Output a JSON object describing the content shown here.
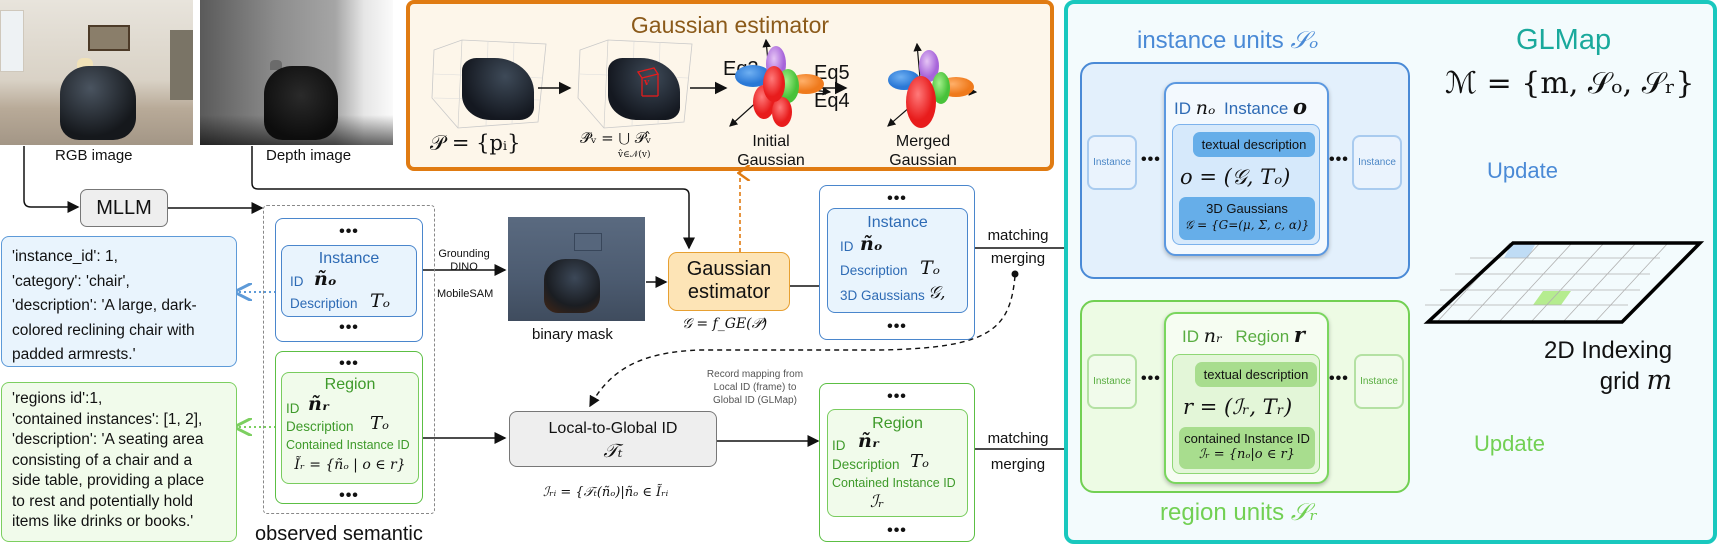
{
  "inputs": {
    "rgb_caption": "RGB image",
    "depth_caption": "Depth image"
  },
  "mllm": {
    "label": "MLLM"
  },
  "gaussian_estimator_panel": {
    "title": "Gaussian estimator",
    "point_cloud_formula": "𝒫 = {pᵢ}",
    "voxel_formula": "𝒫̂ᵥ = ⋃ 𝒫ᵥ̂",
    "voxel_formula_sub": "v̂∈𝒩(v)",
    "eq3": "Eq3",
    "eq5": "Eq5",
    "eq4": "Eq4",
    "initial_gaussian": [
      "Initial",
      "Gaussian"
    ],
    "merged_gaussian": [
      "Merged",
      "Gaussian"
    ],
    "voxel_label": "v"
  },
  "instance_json": {
    "lines": [
      "'instance_id': 1,",
      "'category': 'chair',",
      "'description': 'A large, dark-",
      "colored reclining chair with",
      "padded armrests.'"
    ]
  },
  "region_json": {
    "lines": [
      "'regions id':1,",
      "'contained instances': [1, 2],",
      "'description': 'A seating area",
      "consisting of a chair and a",
      "side table, providing a place",
      "to rest and potentially hold",
      "items like drinks or books.'"
    ]
  },
  "observed_semantic": {
    "caption": "observed semantic",
    "dots": "•••",
    "instance": {
      "title": "Instance",
      "id_label": "ID",
      "id_symbol": "ñₒ",
      "desc_label": "Description",
      "desc_symbol": "Tₒ"
    },
    "region": {
      "title": "Region",
      "id_label": "ID",
      "id_symbol": "ñᵣ",
      "desc_label": "Description",
      "desc_symbol": "Tₒ",
      "contained_label": "Contained Instance ID",
      "contained_formula": "Ĩᵣ = {ñₒ | o ∈ r}"
    }
  },
  "segmentation": {
    "grounding": [
      "Grounding",
      "DINO"
    ],
    "mobilesam": "MobileSAM",
    "mask_caption": "binary mask"
  },
  "gaussian_estimator": {
    "label": [
      "Gaussian",
      "estimator"
    ],
    "formula": "𝒢 = f_GE(𝒫)"
  },
  "global_instance": {
    "dots": "•••",
    "title": "Instance",
    "id_label": "ID",
    "id_symbol": "ñₒ",
    "desc_label": "Description",
    "desc_symbol": "Tₒ",
    "gauss_label": "3D Gaussians",
    "gauss_symbol": "𝒢,"
  },
  "global_region": {
    "dots": "•••",
    "title": "Region",
    "id_label": "ID",
    "id_symbol": "ñᵣ",
    "desc_label": "Description",
    "desc_symbol": "Tₒ",
    "contained_label": "Contained Instance ID",
    "contained_symbol": "ℐᵣ"
  },
  "matching": {
    "top": [
      "matching",
      "merging"
    ],
    "bottom": [
      "matching",
      "merging"
    ]
  },
  "local_to_global": {
    "title": "Local-to-Global ID",
    "symbol": "𝒯ₜ",
    "formula": "ℐᵣᵢ = {𝒯ₜ(ñₒ)|ñₒ ∈ Ĩᵣᵢ",
    "note": [
      "Record mapping from",
      "Local ID (frame) to",
      "Global ID (GLMap)"
    ]
  },
  "glmap": {
    "title": "GLMap",
    "formula": "ℳ = {m, 𝒮ₒ, 𝒮ᵣ}",
    "update_top": "Update",
    "update_bottom": "Update",
    "grid_caption": [
      "2D Indexing",
      "grid"
    ],
    "grid_symbol": "m",
    "colors": {
      "border": "#19c8be",
      "title": "#1aa99c",
      "blue": "#4a8ad6",
      "green": "#72d053"
    }
  },
  "instance_units": {
    "title": "instance units",
    "symbol": "𝒮ₒ",
    "side_label": "Instance",
    "ellipsis": "•••",
    "header_id": "ID",
    "header_id_sym": "nₒ",
    "header_kind": "Instance",
    "header_kind_sym": "o",
    "textual": "textual description",
    "equation": "o = (𝒢, Tₒ)",
    "gauss_label": "3D Gaussians",
    "gauss_formula": "𝒢 = {G=(μ, Σ, c, α)}"
  },
  "region_units": {
    "title": "region units",
    "symbol": "𝒮ᵣ",
    "side_label": "Instance",
    "ellipsis": "•••",
    "header_id": "ID",
    "header_id_sym": "nᵣ",
    "header_kind": "Region",
    "header_kind_sym": "r",
    "textual": "textual description",
    "equation": "r = (ℐᵣ, Tᵣ)",
    "contained_label": "contained Instance ID",
    "contained_formula": "ℐᵣ = {nₒ|o ∈ r}"
  }
}
